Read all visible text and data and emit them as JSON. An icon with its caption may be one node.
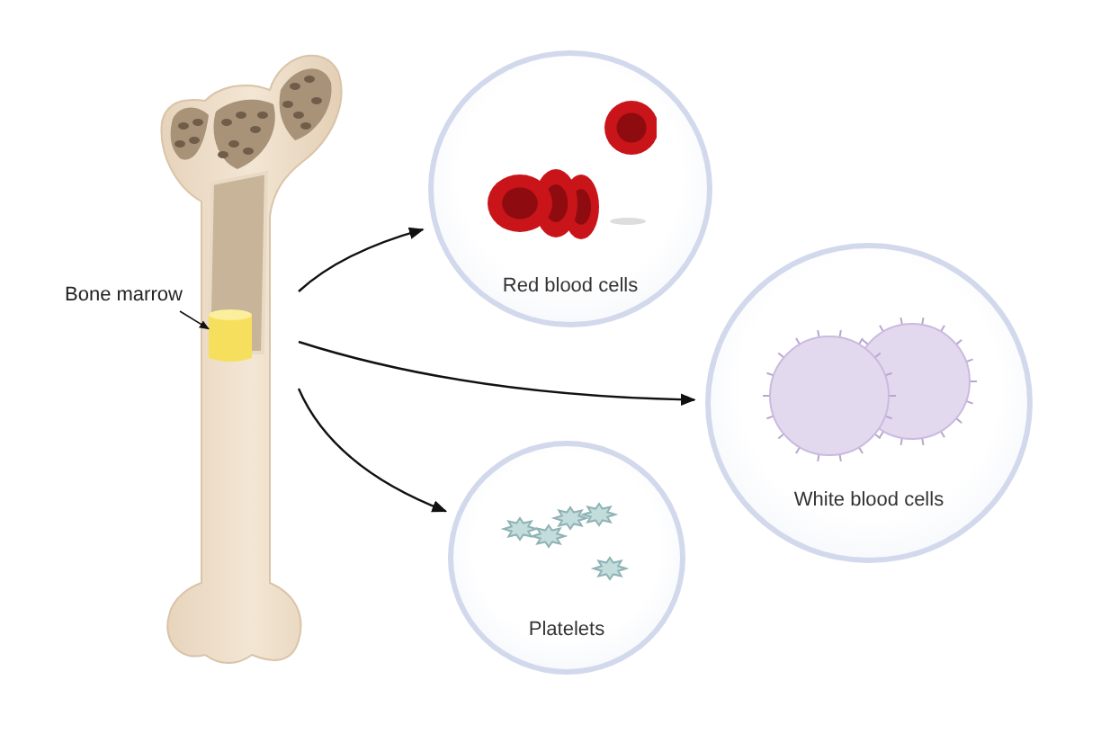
{
  "diagram": {
    "nodes": [
      {
        "text": [],
        "shape": "picture"
      },
      {
        "text": [
          "Bone marrow"
        ]
      },
      {
        "text": [],
        "shape": "picture",
        "in": 0
      },
      {
        "text": [
          "Red blood cells"
        ]
      },
      {
        "text": [
          "White blood cells"
        ]
      },
      {
        "text": [
          "Platelets"
        ]
      }
    ],
    "edges": [
      {
        "from": 1,
        "to": 2,
        "arrow": "to"
      },
      {
        "from": null,
        "to": 3,
        "arrow": "to"
      },
      {
        "from": null,
        "to": 4,
        "arrow": "to"
      },
      {
        "from": null,
        "to": 5,
        "arrow": "to"
      }
    ]
  }
}
